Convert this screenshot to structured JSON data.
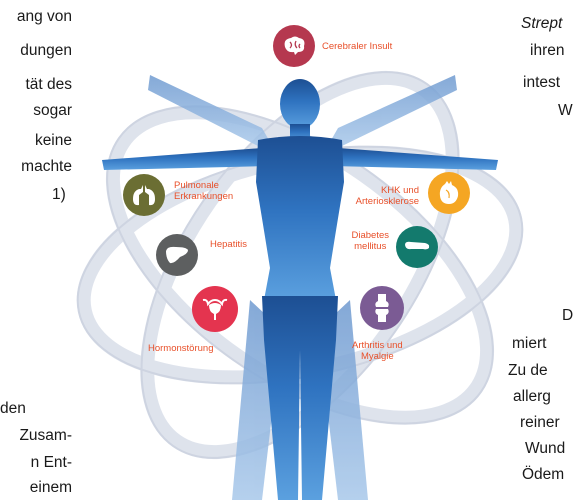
{
  "left_column": {
    "top_lines": [
      "ang von",
      "dungen",
      "tät des",
      "sogar",
      "keine",
      "machte",
      "1)"
    ],
    "bottom_lines": [
      "den",
      "Zusam-",
      "n Ent-",
      "einem"
    ]
  },
  "right_column": {
    "top_lines": [
      "Strept",
      "ihren",
      "intest",
      "W"
    ],
    "bottom_lines": [
      "D",
      "miert",
      "Zu de",
      "allerg",
      "reiner",
      "Wund",
      "Ödem"
    ]
  },
  "diagram": {
    "labels": {
      "insult": "Cerebraler Insult",
      "pulmonale": "Pulmonale\nErkrankungen",
      "hepatitis": "Hepatitis",
      "hormon": "Hormonstörung",
      "khk": "KHK und\nArteriosklerose",
      "diabetes": "Diabetes\nmellitus",
      "arthritis": "Arthritis und\nMyalgie"
    },
    "colors": {
      "insult": "#b5384f",
      "pulmonale": "#6b6e33",
      "hepatitis": "#5d5f60",
      "hormon": "#e4344f",
      "khk": "#f5a623",
      "diabetes": "#137a6d",
      "arthritis": "#7b5b94",
      "label_text": "#e8502a",
      "figure": "#2b64a8",
      "orbit": "#dfe3ec"
    }
  }
}
